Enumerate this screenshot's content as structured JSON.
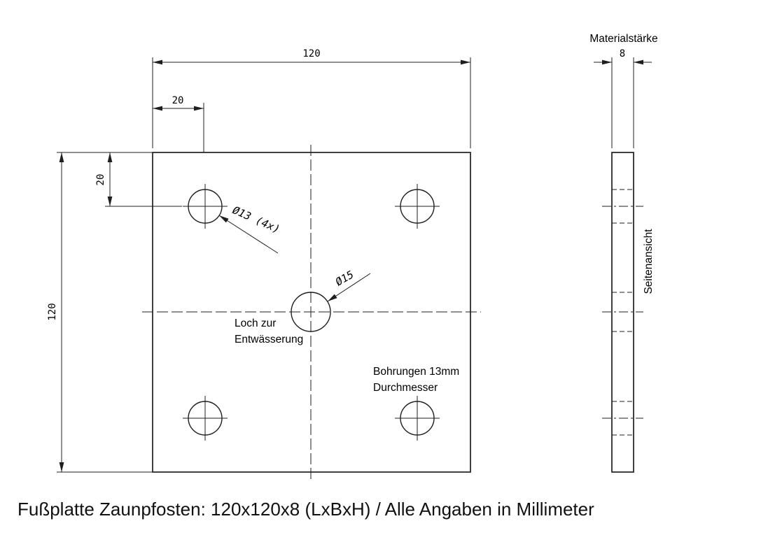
{
  "caption": "Fußplatte Zaunpfosten: 120x120x8 (LxBxH) / Alle Angaben in Millimeter",
  "colors": {
    "ink": "#1f1f1f",
    "background": "#ffffff"
  },
  "dimensions": {
    "plate_width": "120",
    "plate_height": "120",
    "hole_offset_x": "20",
    "hole_offset_y": "20",
    "thickness": "8"
  },
  "annotations": {
    "hole_diameter": "Ø13 (4x)",
    "drain_diameter": "Ø15",
    "drain_note_line1": "Loch zur",
    "drain_note_line2": "Entwässerung",
    "holes_note_line1": "Bohrungen 13mm",
    "holes_note_line2": "Durchmesser"
  },
  "side_view": {
    "title": "Materialstärke",
    "label": "Seitenansicht"
  }
}
